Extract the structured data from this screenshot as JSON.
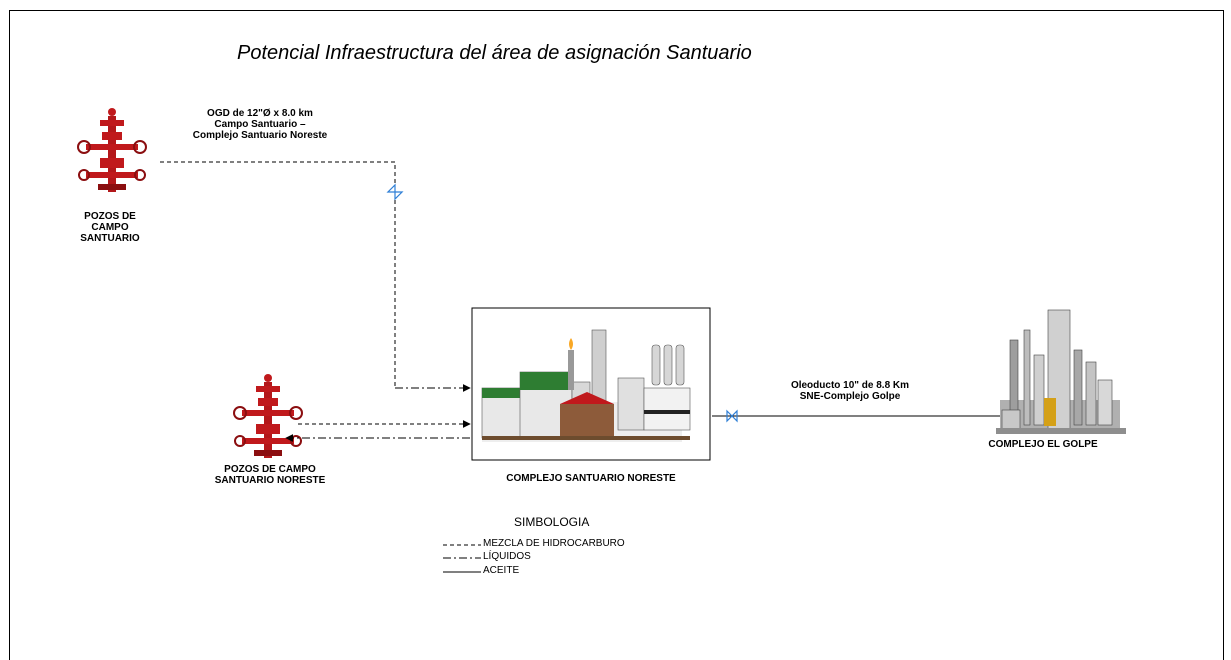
{
  "title": "Potencial Infraestructura del área de asignación Santuario",
  "nodes": {
    "pozos_santuario": [
      "POZOS DE",
      "CAMPO",
      "SANTUARIO"
    ],
    "pozos_noreste": [
      "POZOS DE CAMPO",
      "SANTUARIO NORESTE"
    ],
    "complejo_noreste": "COMPLEJO SANTUARIO NORESTE",
    "complejo_golpe": "COMPLEJO EL GOLPE"
  },
  "pipelines": {
    "ogd": [
      "OGD de 12\"Ø x 8.0 km",
      "Campo Santuario –",
      "Complejo Santuario Noreste"
    ],
    "oleoducto": [
      "Oleoducto 10\" de 8.8 Km",
      "SNE-Complejo Golpe"
    ]
  },
  "legend": {
    "title": "SIMBOLOGIA",
    "items": [
      {
        "label": "MEZCLA DE HIDROCARBURO",
        "line": "dashed"
      },
      {
        "label": "LÍQUIDOS",
        "line": "dash-dot"
      },
      {
        "label": "ACEITE",
        "line": "solid"
      }
    ]
  },
  "colors": {
    "wellhead": "#c0191c",
    "valve": "#2f7fd6",
    "plant_green": "#2e7d32"
  },
  "icons": {
    "wellhead": "wellhead-icon",
    "plant": "processing-plant-icon",
    "refinery": "refinery-complex-icon",
    "valve": "valve-icon"
  }
}
